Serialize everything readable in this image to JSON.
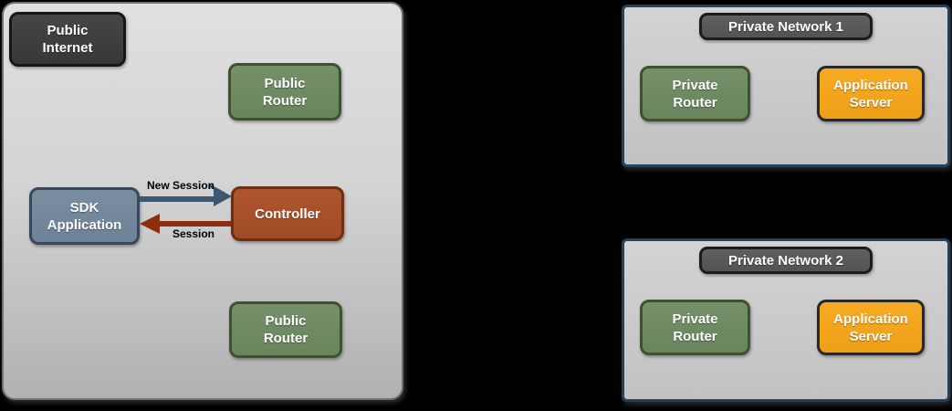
{
  "colors": {
    "background": "#000000",
    "cloud_fill_top": "#e0e0e0",
    "cloud_fill_bottom": "#b1b1b1",
    "cloud_border": "#717171",
    "dark_node_fill": "#3e3e3e",
    "green_node_fill": "#6f8b63",
    "green_node_border": "#3c5230",
    "steel_node_fill": "#74889c",
    "rust_node_fill": "#a9502b",
    "orange_node_fill": "#f2a41e",
    "private_network_border": "#24425c",
    "new_session_arrow": "#3c5770",
    "session_arrow": "#8b2d0e"
  },
  "diagram": {
    "public_cloud": {
      "nodes": {
        "public_internet": {
          "label": "Public\nInternet"
        },
        "public_router_top": {
          "label": "Public\nRouter"
        },
        "sdk_application": {
          "label": "SDK\nApplication"
        },
        "controller": {
          "label": "Controller"
        },
        "public_router_bottom": {
          "label": "Public\nRouter"
        }
      },
      "arrows": {
        "new_session": {
          "label": "New Session",
          "color": "#3c5770",
          "from": "SDK Application",
          "to": "Controller"
        },
        "session": {
          "label": "Session",
          "color": "#8b2d0e",
          "from": "Controller",
          "to": "SDK Application"
        }
      }
    },
    "private_networks": [
      {
        "title": "Private Network 1",
        "nodes": {
          "private_router": {
            "label": "Private\nRouter"
          },
          "application_server": {
            "label": "Application\nServer"
          }
        }
      },
      {
        "title": "Private Network 2",
        "nodes": {
          "private_router": {
            "label": "Private\nRouter"
          },
          "application_server": {
            "label": "Application\nServer"
          }
        }
      }
    ]
  }
}
